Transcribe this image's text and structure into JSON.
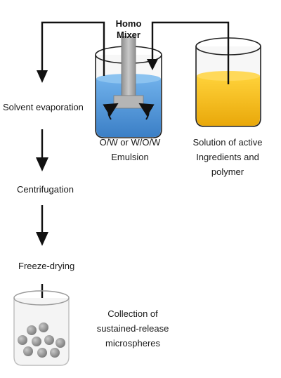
{
  "mixer": {
    "line1": "Homo",
    "line2": "Mixer"
  },
  "steps": [
    {
      "label": "Solvent evaporation"
    },
    {
      "label": "Centrifugation"
    },
    {
      "label": "Freeze-drying"
    }
  ],
  "emulsion": {
    "line1": "O/W or W/O/W",
    "line2": "Emulsion"
  },
  "solution": {
    "line1": "Solution of active",
    "line2": "Ingredients and",
    "line3": "polymer"
  },
  "collection": {
    "line1": "Collection of",
    "line2": "sustained-release",
    "line3": "microspheres"
  },
  "colors": {
    "emulsion_liquid": "#4a8fd4",
    "solution_liquid": "#f2b80e",
    "arrow": "#111111",
    "microsphere": "#8a8a8a",
    "mixer_shaft": "#a8a8a8"
  }
}
